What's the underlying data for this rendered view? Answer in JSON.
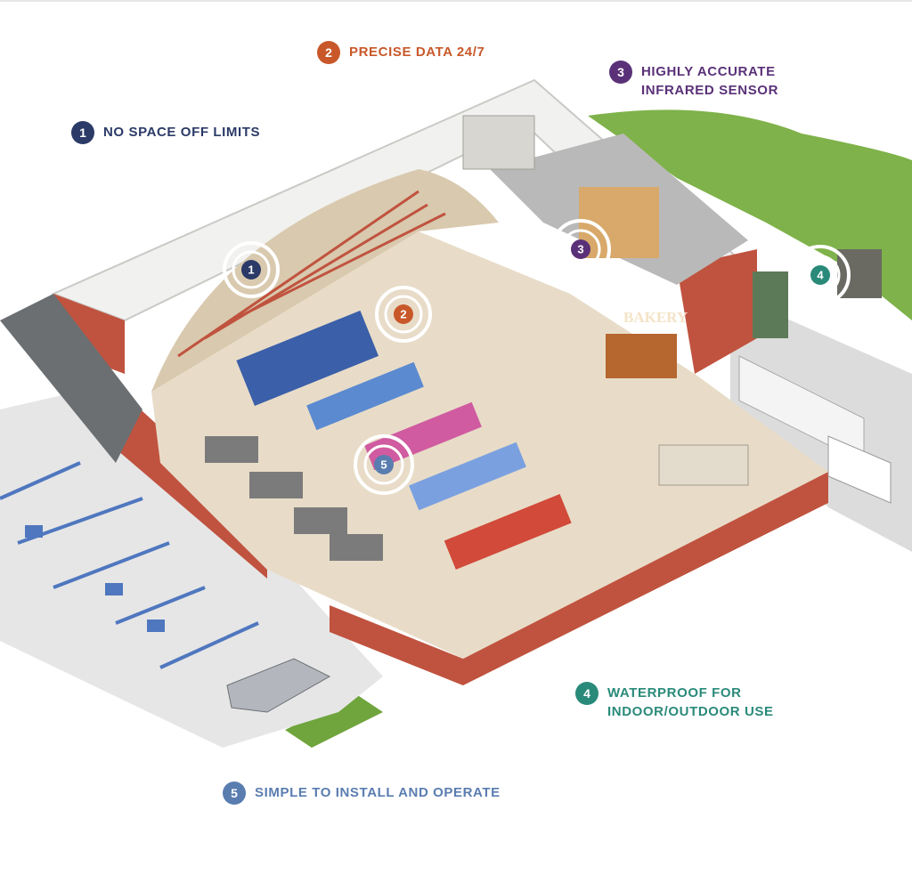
{
  "callouts": [
    {
      "id": "1",
      "text": "NO SPACE OFF LIMITS",
      "color": "#2b3a67"
    },
    {
      "id": "2",
      "text": "PRECISE DATA 24/7",
      "color": "#c8582a"
    },
    {
      "id": "3",
      "text": "HIGHLY ACCURATE\nINFRARED SENSOR",
      "color": "#5a3178"
    },
    {
      "id": "4",
      "text": "WATERPROOF FOR\nINDOOR/OUTDOOR USE",
      "color": "#2a8a7a"
    },
    {
      "id": "5",
      "text": "SIMPLE TO INSTALL AND OPERATE",
      "color": "#5a7db0"
    }
  ],
  "scene": {
    "sign_text": "BAKERY",
    "sensor_rings": [
      {
        "label": "1",
        "color": "#2b3a67"
      },
      {
        "label": "2",
        "color": "#c8582a"
      },
      {
        "label": "3",
        "color": "#5a3178"
      },
      {
        "label": "4",
        "color": "#2a8a7a"
      },
      {
        "label": "5",
        "color": "#5a7db0"
      }
    ],
    "colors": {
      "brick": "#c0533f",
      "floor": "#e8dcc8",
      "roof": "#f1f1ef",
      "grass": "#7fb24a",
      "pavement": "#e3e3e3",
      "parking_lines": "#4f77bf",
      "awning": "#6b6f72"
    }
  }
}
